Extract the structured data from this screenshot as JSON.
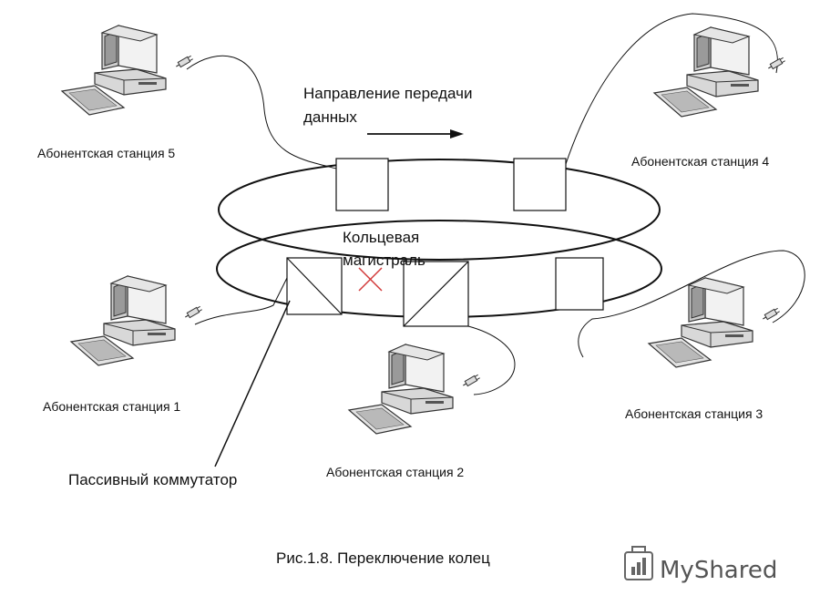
{
  "stations": [
    {
      "id": "s5",
      "label": "Абонентская станция 5"
    },
    {
      "id": "s4",
      "label": "Абонентская станция 4"
    },
    {
      "id": "s1",
      "label": "Абонентская станция 1"
    },
    {
      "id": "s3",
      "label": "Абонентская станция 3"
    },
    {
      "id": "s2",
      "label": "Абонентская станция 2"
    }
  ],
  "direction": {
    "line1": "Направление передачи",
    "line2": "данных"
  },
  "ring": {
    "line1": "Кольцевая",
    "line2": "магистраль"
  },
  "switch_label": "Пассивный коммутатор",
  "caption": "Рис.1.8. Переключение колец",
  "watermark": "MyShared",
  "colors": {
    "line": "#111111",
    "break_mark": "#d23a3a",
    "watermark": "#555555"
  }
}
